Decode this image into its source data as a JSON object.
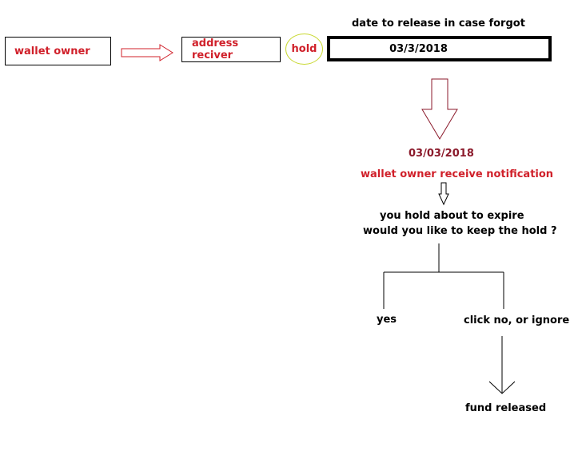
{
  "nodes": {
    "wallet_owner": "wallet owner",
    "address_receiver": "address reciver",
    "hold": "hold",
    "date_caption": "date to release in case forgot",
    "date_value": "03/3/2018",
    "date_formatted": "03/03/2018",
    "notification": "wallet owner receive notification",
    "prompt_line1": "you hold about to expire",
    "prompt_line2": "would you like to keep the hold ?",
    "option_yes": "yes",
    "option_no": "click no, or ignore",
    "fund_released": "fund released"
  },
  "colors": {
    "red_text": "#d0202a",
    "maroon_text": "#8b1a2b",
    "hold_circle_border": "#c8d830",
    "arrow_red": "#d0202a",
    "arrow_maroon": "#8b1a2b"
  }
}
